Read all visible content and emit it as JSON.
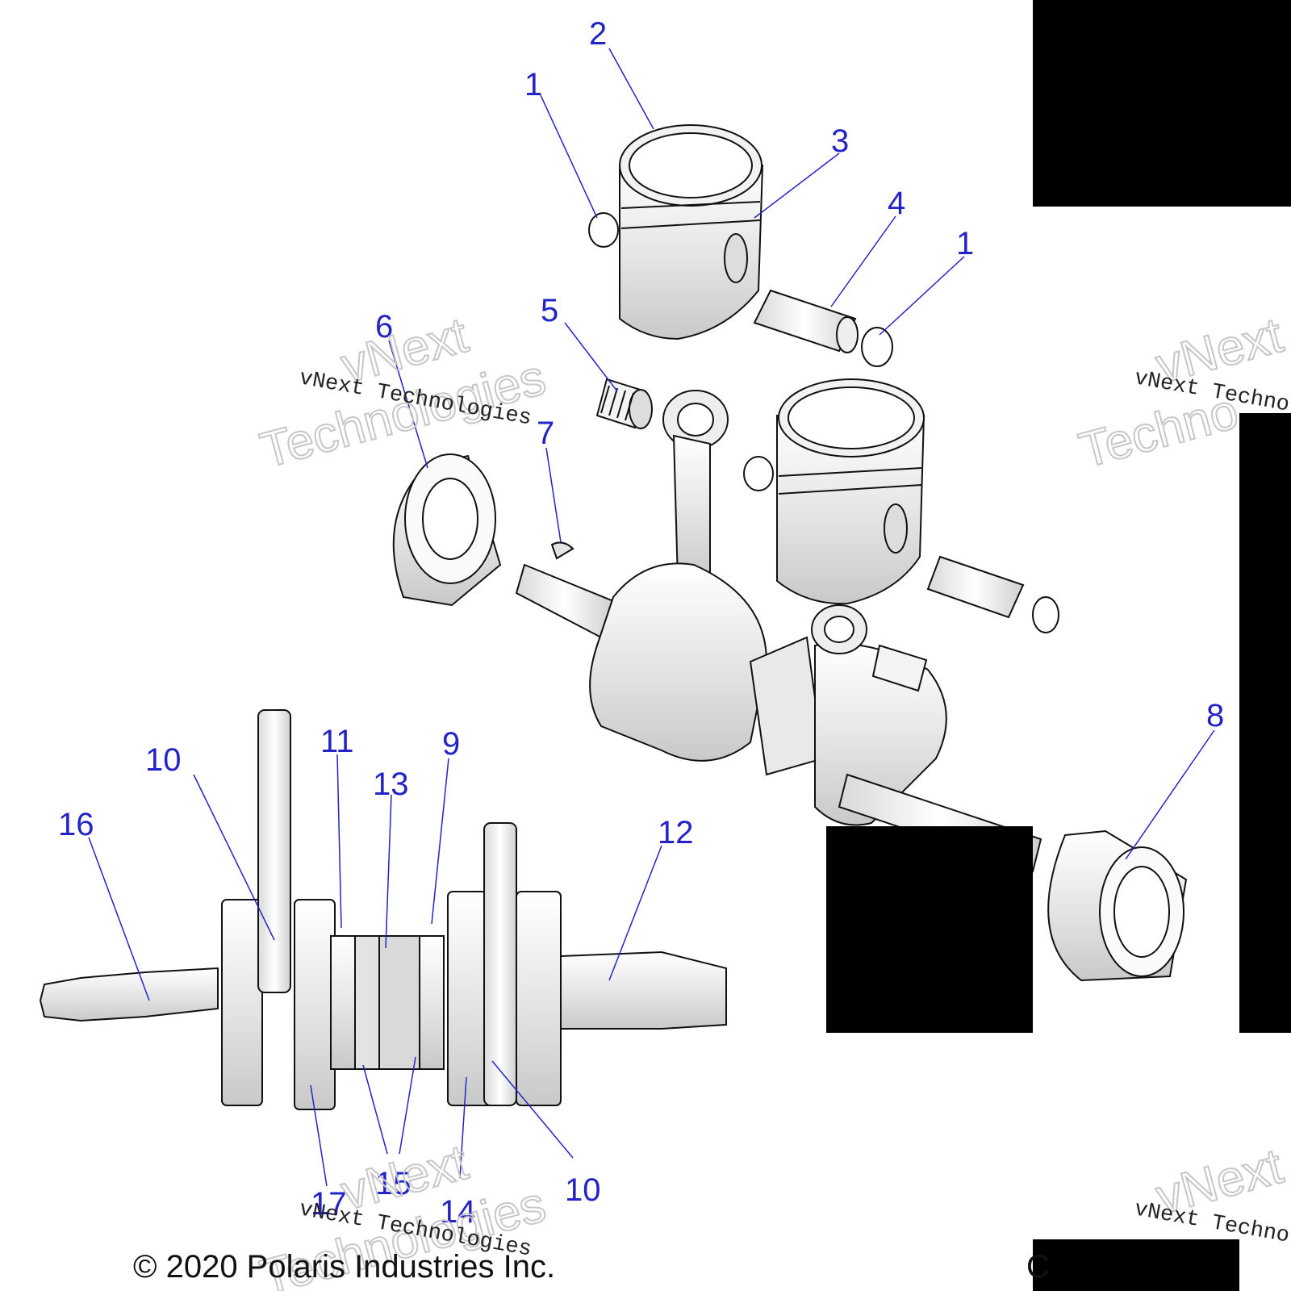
{
  "callouts": [
    {
      "id": "c1a",
      "label": "1"
    },
    {
      "id": "c2",
      "label": "2"
    },
    {
      "id": "c3",
      "label": "3"
    },
    {
      "id": "c4",
      "label": "4"
    },
    {
      "id": "c1b",
      "label": "1"
    },
    {
      "id": "c5",
      "label": "5"
    },
    {
      "id": "c6",
      "label": "6"
    },
    {
      "id": "c7",
      "label": "7"
    },
    {
      "id": "c8",
      "label": "8"
    },
    {
      "id": "c9",
      "label": "9"
    },
    {
      "id": "c10a",
      "label": "10"
    },
    {
      "id": "c11",
      "label": "11"
    },
    {
      "id": "c12",
      "label": "12"
    },
    {
      "id": "c13",
      "label": "13"
    },
    {
      "id": "c16",
      "label": "16"
    },
    {
      "id": "c15",
      "label": "15"
    },
    {
      "id": "c14",
      "label": "14"
    },
    {
      "id": "c10b",
      "label": "10"
    },
    {
      "id": "c17",
      "label": "17"
    }
  ],
  "watermark": {
    "line": "vNext Technologies",
    "outline_top": "vNext",
    "outline_bottom": "Technologies",
    "right_line": "vNext Techno",
    "right_outline_top": "vNext",
    "right_outline_bottom": "Techno"
  },
  "footer": {
    "copyright": "© 2020 Polaris Industries Inc.",
    "trailing": "C"
  },
  "colors": {
    "callout": "#2323c8",
    "redaction": "#000000"
  }
}
